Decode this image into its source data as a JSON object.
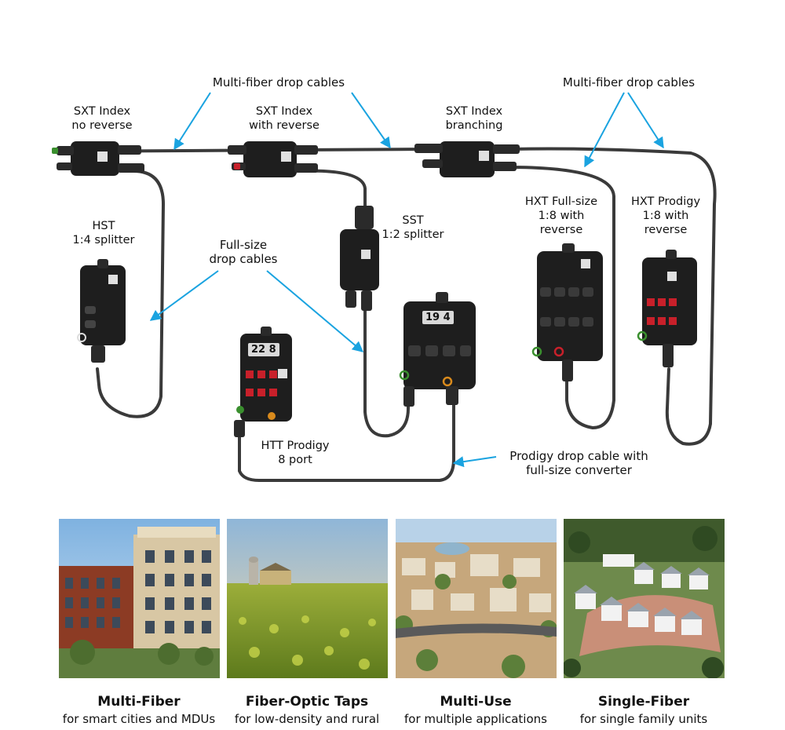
{
  "callouts": {
    "multi_fiber_left": "Multi-fiber drop cables",
    "multi_fiber_right": "Multi-fiber drop cables",
    "full_size": "Full-size\ndrop cables",
    "prodigy_drop": "Prodigy drop cable with\nfull-size converter"
  },
  "devices": {
    "sxt_no_reverse": "SXT Index\nno reverse",
    "sxt_with_reverse": "SXT Index\nwith reverse",
    "sxt_branching": "SXT Index\nbranching",
    "hst": "HST\n1:4 splitter",
    "sst": "SST\n1:2 splitter",
    "hxt_full": "HXT Full-size\n1:8 with\nreverse",
    "hxt_prodigy": "HXT Prodigy\n1:8 with\nreverse",
    "htt_prodigy": "HTT Prodigy\n8 port"
  },
  "device_tags": {
    "htt": "22 8",
    "terminal": "19 4"
  },
  "categories": [
    {
      "title": "Multi-Fiber",
      "subtitle": "for smart cities and MDUs"
    },
    {
      "title": "Fiber-Optic Taps",
      "subtitle": "for low-density and rural"
    },
    {
      "title": "Multi-Use",
      "subtitle": "for multiple applications"
    },
    {
      "title": "Single-Fiber",
      "subtitle": "for single family units"
    }
  ],
  "colors": {
    "arrow": "#1aa3e0",
    "cable": "#3a3a3a",
    "device": "#1e1e1e",
    "port_red": "#c8202a",
    "port_green": "#3a8f2e",
    "port_orange": "#d98a1c"
  }
}
